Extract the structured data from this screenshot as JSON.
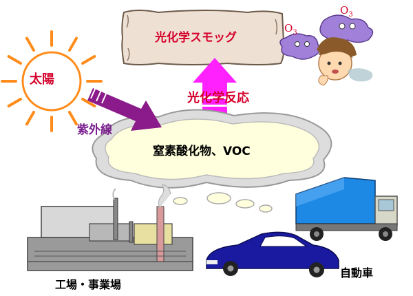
{
  "labels": {
    "sun": "太陽",
    "uv": "紫外線",
    "photochemical_reaction": "光化学反応",
    "smog": "光化学スモッグ",
    "pollutants": "窒素酸化物、VOC",
    "factories": "工場・事業場",
    "vehicles": "自動車"
  },
  "ozone": {
    "symbol": "O",
    "subscript": "3"
  },
  "colors": {
    "text_red": "#d4002a",
    "text_purple": "#7a1f8e",
    "sun_ray": "#ff8c1a",
    "uv_arrow": "#8b1a8b",
    "reaction_arrow": "#ff22ff",
    "scroll_fill": "#efe0d4",
    "cloud_fill": "#ffffdd",
    "truck_cargo": "#1e88e5",
    "car_body": "#1a1aa0",
    "ozone_mascot": "#a080d8"
  },
  "icons": [
    "sun-icon",
    "uv-arrow-icon",
    "reaction-arrow-icon",
    "smog-scroll-icon",
    "ozone-molecule-icon",
    "child-icon",
    "cloud-icon",
    "factory-icon",
    "truck-icon",
    "car-icon"
  ]
}
